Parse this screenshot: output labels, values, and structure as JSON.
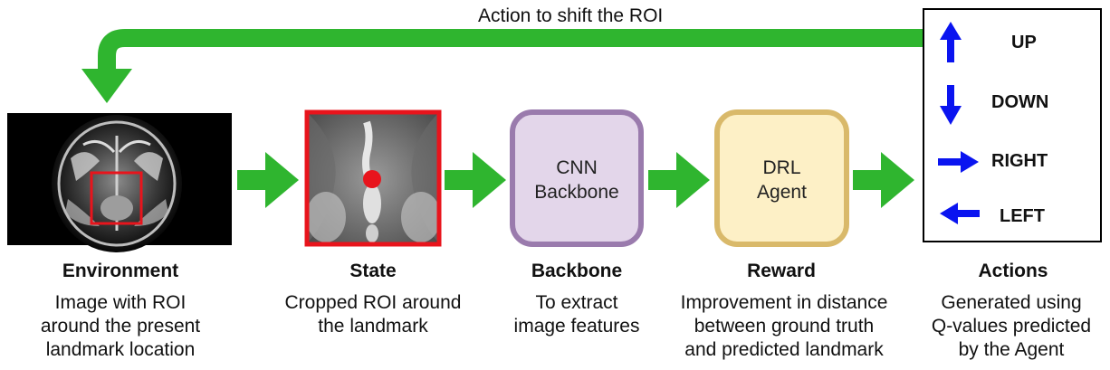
{
  "feedback_label": "Action to shift the ROI",
  "stages": [
    {
      "title": "Environment",
      "desc": [
        "Image with ROI",
        "around the present",
        "landmark location"
      ]
    },
    {
      "title": "State",
      "desc": [
        "Cropped ROI around",
        "the landmark"
      ]
    },
    {
      "title": "Backbone",
      "desc": [
        "To extract",
        "image features"
      ]
    },
    {
      "title": "Reward",
      "desc": [
        "Improvement in distance",
        "between ground truth",
        "and predicted landmark"
      ]
    },
    {
      "title": "Actions",
      "desc": [
        "Generated using",
        "Q-values predicted",
        "by the Agent"
      ]
    }
  ],
  "boxes": {
    "backbone": [
      "CNN",
      "Backbone"
    ],
    "agent": [
      "DRL",
      "Agent"
    ]
  },
  "actions": [
    {
      "label": "UP",
      "icon": "arrow-up-icon"
    },
    {
      "label": "DOWN",
      "icon": "arrow-down-icon"
    },
    {
      "label": "RIGHT",
      "icon": "arrow-right-icon"
    },
    {
      "label": "LEFT",
      "icon": "arrow-left-icon"
    }
  ],
  "colors": {
    "flow_arrow": "#2fb52f",
    "roi": "#e8141c",
    "backbone_fill": "#e3d6ea",
    "backbone_border": "#9a7bad",
    "agent_fill": "#fdf0c6",
    "agent_border": "#d9b96a",
    "action_arrow": "#0a14f0"
  }
}
